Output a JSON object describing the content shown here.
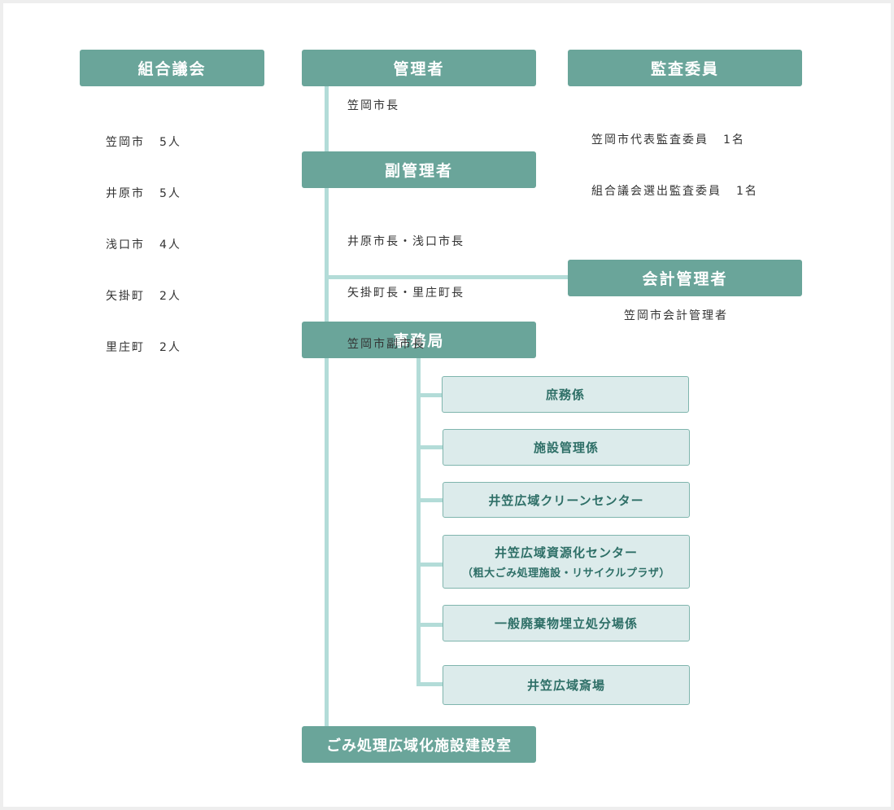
{
  "boxes": {
    "council": "組合議会",
    "manager": "管理者",
    "auditor": "監査委員",
    "vice_manager": "副管理者",
    "accounting": "会計管理者",
    "secretariat": "事務局",
    "construction": "ごみ処理広域化施設建設室"
  },
  "council_members": [
    {
      "city": "笠岡市",
      "count": "5人"
    },
    {
      "city": "井原市",
      "count": "5人"
    },
    {
      "city": "浅口市",
      "count": "4人"
    },
    {
      "city": "矢掛町",
      "count": "2人"
    },
    {
      "city": "里庄町",
      "count": "2人"
    }
  ],
  "manager_text": "笠岡市長",
  "auditor_lines": [
    {
      "label": "笠岡市代表監査委員",
      "count": "1名"
    },
    {
      "label": "組合議会選出監査委員",
      "count": "1名"
    }
  ],
  "vice_manager_lines": [
    "井原市長・浅口市長",
    "矢掛町長・里庄町長",
    "笠岡市副市長"
  ],
  "accounting_text": "笠岡市会計管理者",
  "sections": [
    {
      "name": "庶務係"
    },
    {
      "name": "施設管理係"
    },
    {
      "name": "井笠広域クリーンセンター"
    },
    {
      "name": "井笠広域資源化センター",
      "sub": "（粗大ごみ処理施設・リサイクルプラザ）"
    },
    {
      "name": "一般廃棄物埋立処分場係"
    },
    {
      "name": "井笠広域斎場"
    }
  ]
}
